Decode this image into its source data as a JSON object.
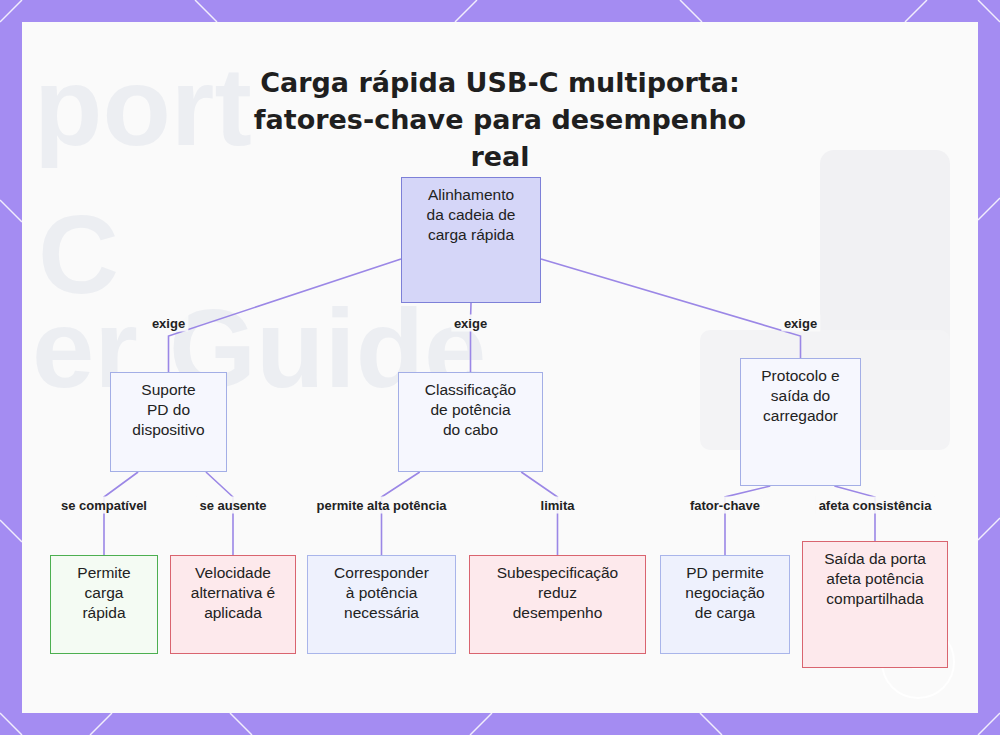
{
  "diagram": {
    "title": "Carga rápida USB-C multiporta: fatores-chave para desempenho real",
    "nodes": [
      {
        "text": [
          "Alinhamento da cadeia de carga rápida"
        ]
      },
      {
        "text": [
          "Suporte PD do dispositivo"
        ]
      },
      {
        "text": [
          "Classificação de potência do cabo"
        ]
      },
      {
        "text": [
          "Protocolo e saída do carregador"
        ]
      },
      {
        "text": [
          "Permite carga rápida"
        ]
      },
      {
        "text": [
          "Velocidade alternativa é aplicada"
        ]
      },
      {
        "text": [
          "Corresponder à potência necessária"
        ]
      },
      {
        "text": [
          "Subespecificação reduz desempenho"
        ]
      },
      {
        "text": [
          "PD permite negociação de carga"
        ]
      },
      {
        "text": [
          "Saída da porta afeta potência compartilhada"
        ]
      }
    ],
    "edges": [
      {
        "from": 0,
        "to": 1,
        "label": "exige",
        "arrow": "none"
      },
      {
        "from": 0,
        "to": 2,
        "label": "exige",
        "arrow": "none"
      },
      {
        "from": 0,
        "to": 3,
        "label": "exige",
        "arrow": "none"
      },
      {
        "from": 1,
        "to": 4,
        "label": "se compatível",
        "arrow": "none"
      },
      {
        "from": 1,
        "to": 5,
        "label": "se ausente",
        "arrow": "none"
      },
      {
        "from": 2,
        "to": 6,
        "label": "permite alta potência",
        "arrow": "none"
      },
      {
        "from": 2,
        "to": 7,
        "label": "limita",
        "arrow": "none"
      },
      {
        "from": 3,
        "to": 8,
        "label": "fator-chave",
        "arrow": "none"
      },
      {
        "from": 3,
        "to": 9,
        "label": "afeta consistência",
        "arrow": "none"
      }
    ],
    "labels": [
      "port",
      "C",
      "er Guide"
    ]
  }
}
